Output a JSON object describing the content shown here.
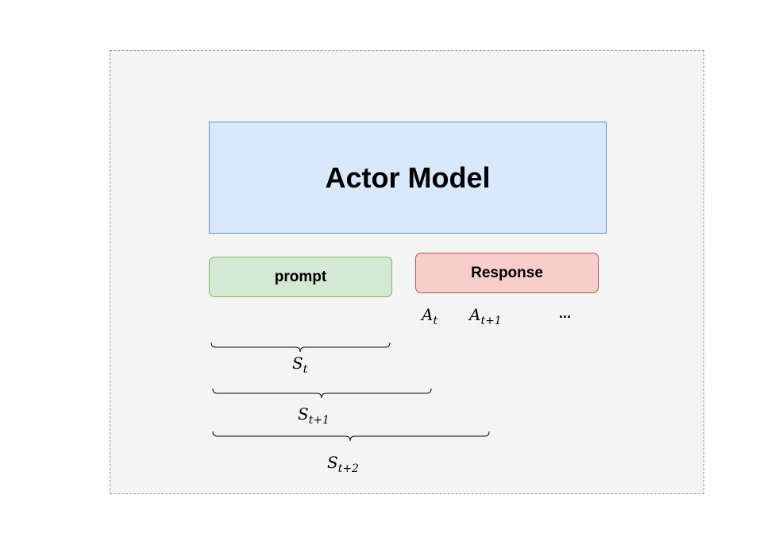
{
  "actor_model": {
    "label": "Actor Model"
  },
  "prompt": {
    "label": "prompt"
  },
  "response": {
    "label": "Response"
  },
  "actions": [
    {
      "base": "A",
      "sub": "t"
    },
    {
      "base": "A",
      "sub": "t+1"
    }
  ],
  "ellipsis": "...",
  "states": [
    {
      "base": "S",
      "sub": "t"
    },
    {
      "base": "S",
      "sub": "t+1"
    },
    {
      "base": "S",
      "sub": "t+2"
    }
  ],
  "colors": {
    "actor_fill": "#dae8fc",
    "actor_stroke": "#6c8ebf",
    "prompt_fill": "#d5e8d4",
    "prompt_stroke": "#82b366",
    "response_fill": "#f8cecc",
    "response_stroke": "#b85450",
    "frame_fill": "#f4f4f4"
  }
}
